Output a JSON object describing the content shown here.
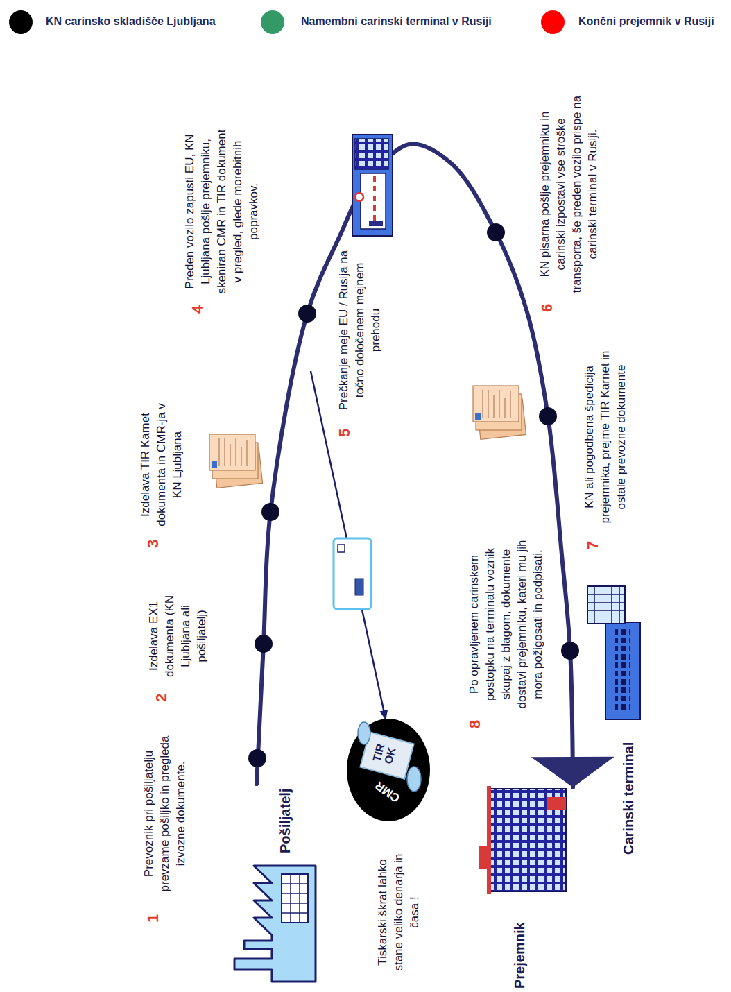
{
  "diagram": {
    "nodes": [
      {
        "text": [
          "Pošiljatelj"
        ]
      },
      {
        "text": [
          "CMR",
          "TIR OK"
        ]
      },
      {
        "text": [
          "Prejemnik"
        ]
      },
      {
        "text": [
          "Carinski terminal"
        ]
      }
    ],
    "edges": [
      {
        "from": 0,
        "to": 2,
        "arrow": "to"
      }
    ],
    "labels": [
      "1",
      "Prevoznik pri pošiljatelju prevzame pošiljko in pregleda izvozne dokumente.",
      "2",
      "Izdelava EX1 dokumenta (KN Ljubljana ali pošiljatelj)",
      "3",
      "Izdelava TIR Karnet dokumenta in CMR-ja v KN Ljubljana",
      "4",
      "Preden vozilo zapusti EU, KN Ljubljana pošlje prejemniku, skeniran CMR in TIR dokument v pregled, glede morebitnih popravkov.",
      "5",
      "Prečkanje meje EU / Rusija na točno določenem mejnem prehodu",
      "6",
      "KN pisarna pošlje prejemniku in carinski izpostavi vse stroške transporta, še preden vozilo prispe na carinski terminal v Rusiji.",
      "7",
      "KN ali pogodbena špedicija prejemnika, prejme TIR Karnet in ostale prevozne dokumente",
      "8",
      "Po opravljenem carinskem postopku na terminalu voznik skupaj z blagom, dokumente dostavi prejemniku, kateri mu jih mora požigosati in podpisati.",
      "Tiskarski škrat lahko stane veliko denarja in časa !"
    ],
    "legend": [
      {
        "text": "KN carinsko skladišče Ljubljana",
        "color": "#000000"
      },
      {
        "text": "Namembni carinski terminal v Rusiji",
        "color": "#339966"
      },
      {
        "text": "Končni prejemnik v Rusiji",
        "color": "#ff0000"
      }
    ]
  }
}
